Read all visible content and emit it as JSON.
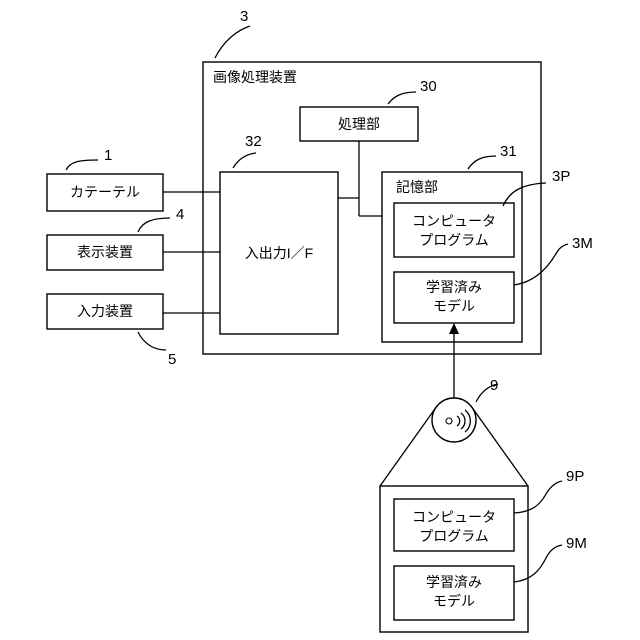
{
  "numerals": {
    "n3": "3",
    "n30": "30",
    "n32": "32",
    "n31": "31",
    "n1": "1",
    "n4": "4",
    "n5": "5",
    "n3P": "3P",
    "n3M": "3M",
    "n9": "9",
    "n9P": "9P",
    "n9M": "9M"
  },
  "apparatus": {
    "title": "画像処理装置"
  },
  "processing": {
    "label": "処理部"
  },
  "io": {
    "label": "入出力I／F"
  },
  "storage": {
    "label": "記憶部"
  },
  "program_3p": {
    "line1": "コンピュータ",
    "line2": "プログラム"
  },
  "model_3m": {
    "line1": "学習済み",
    "line2": "モデル"
  },
  "catheter": {
    "label": "カテーテル"
  },
  "display": {
    "label": "表示装置"
  },
  "input_device": {
    "label": "入力装置"
  },
  "program_9p": {
    "line1": "コンピュータ",
    "line2": "プログラム"
  },
  "model_9m": {
    "line1": "学習済み",
    "line2": "モデル"
  }
}
